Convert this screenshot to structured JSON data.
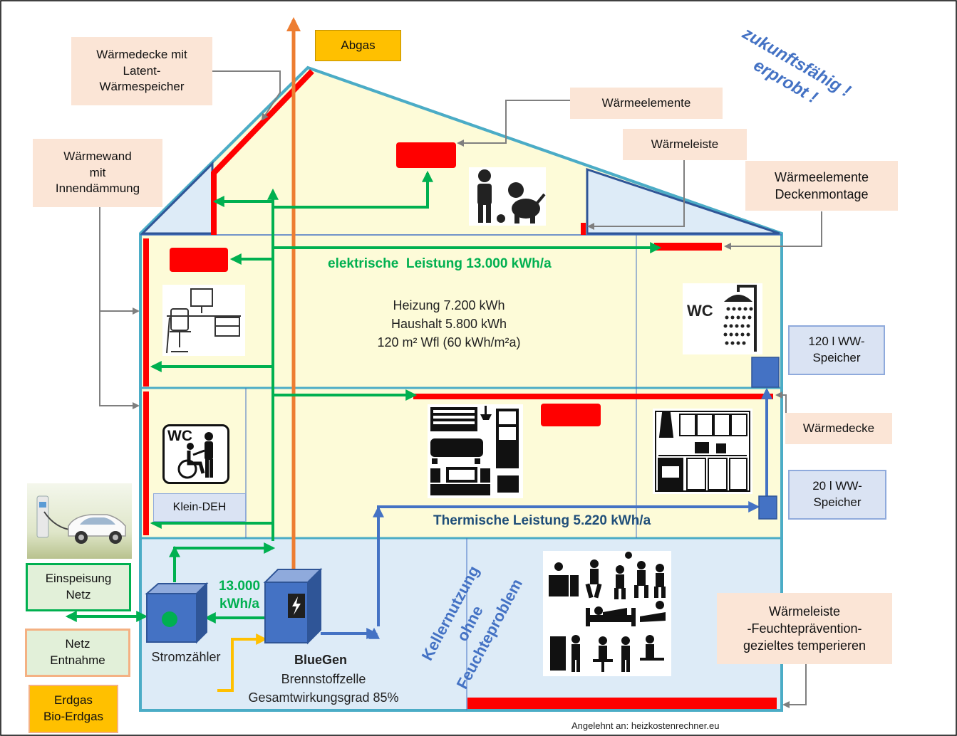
{
  "labels": {
    "abgas": "Abgas",
    "waermedecke_latent": "Wärmedecke mit\nLatent-\nWärmespeicher",
    "waermewand": "Wärmewand\nmit\nInnendämmung",
    "waermeelemente": "Wärmeelemente",
    "waermeleiste": "Wärmeleiste",
    "waermeelemente_decke": "Wärmeelemente\nDeckenmontage",
    "speicher_120": "120 l WW-\nSpeicher",
    "waermedecke": "Wärmedecke",
    "speicher_20": "20 l WW-\nSpeicher",
    "waermeleiste_feuchte": "Wärmeleiste\n-Feuchteprävention-\ngezieltes temperieren",
    "einspeisung": "Einspeisung\nNetz",
    "netz_entnahme": "Netz\nEntnahme",
    "erdgas": "Erdgas\nBio-Erdgas",
    "klein_deh": "Klein-DEH"
  },
  "texts": {
    "elektrisch": "elektrische  Leistung 13.000 kWh/a",
    "verbrauch": "Heizung 7.200 kWh\nHaushalt 5.800 kWh\n120 m² Wfl (60 kWh/m²a)",
    "thermisch": "Thermische Leistung 5.220 kWh/a",
    "strom_13000": "13.000\nkWh/a",
    "stromzaehler": "Stromzähler",
    "bluegen_name": "BlueGen",
    "bluegen_desc": "Brennstoffzelle\nGesamtwirkungsgrad  85%",
    "keller": "Kellernutzung\nohne\nFeuchteproblem",
    "zukunft": "zukunftsfähig !\nerprobt !",
    "credit": "Angelehnt an: heizkostenrechner.eu",
    "wc1": "WC",
    "wc2": "WC"
  },
  "icons": {
    "office": "office-desk-icon",
    "family": "child-dog-icon",
    "shower": "shower-icon",
    "accessible_wc": "accessible-wc-icon",
    "living": "living-room-icon",
    "kitchen": "kitchen-icon",
    "party": "party-people-icon",
    "ev": "electric-car-charging-icon",
    "bolt": "lightning-icon"
  },
  "colors": {
    "house_fill": "#fdfbd8",
    "basement_fill": "#ddebf7",
    "outline": "#4bacc6",
    "heater": "#ff0000",
    "electric_arrow": "#00b050",
    "thermal_arrow": "#4472c4",
    "exhaust_arrow": "#ed7d31",
    "gas_arrow": "#ffc000",
    "label_arrow": "#7f7f7f"
  }
}
